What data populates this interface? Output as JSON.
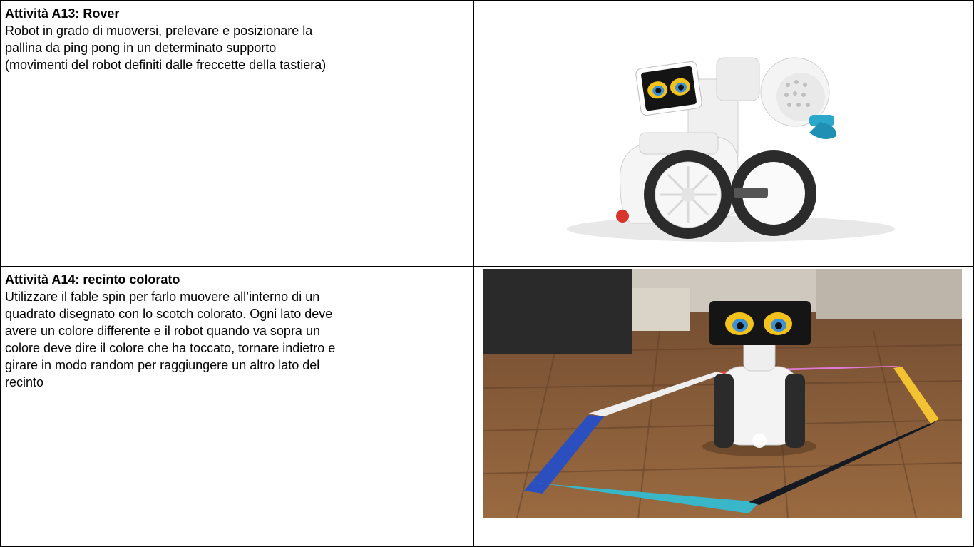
{
  "activities": [
    {
      "title": "Attività A13: Rover",
      "description": "Robot in grado di muoversi, prelevare e posizionare la\npallina da ping pong in un determinato supporto\n(movimenti del robot definiti dalle freccette della tastiera)",
      "image": "rover-robot-with-smartphone-face"
    },
    {
      "title": "Attività A14: recinto colorato",
      "description": "Utilizzare il fable spin per farlo muovere all’interno di un\nquadrato disegnato con lo scotch colorato. Ogni lato deve\navere un colore differente e il robot quando va sopra un\ncolore deve dire il colore che ha toccato, tornare indietro e\ngirare in modo random per raggiungere un altro lato del\nrecinto",
      "image": "fable-spin-robot-in-colored-tape-square"
    }
  ],
  "colors": {
    "border": "#000000",
    "robot_white": "#f2f2f2",
    "wheel_dark": "#2b2b2b",
    "accent_blue": "#2aa7c9",
    "accent_red": "#d8342c",
    "floor": "#8a5a35",
    "tape_blue": "#2b4fbf",
    "tape_cyan": "#39b6c8",
    "tape_white": "#eeeeee",
    "tape_yellow": "#f2c233",
    "tape_black": "#151a22",
    "tape_red": "#e0483c",
    "tape_pink": "#e07ad6"
  }
}
